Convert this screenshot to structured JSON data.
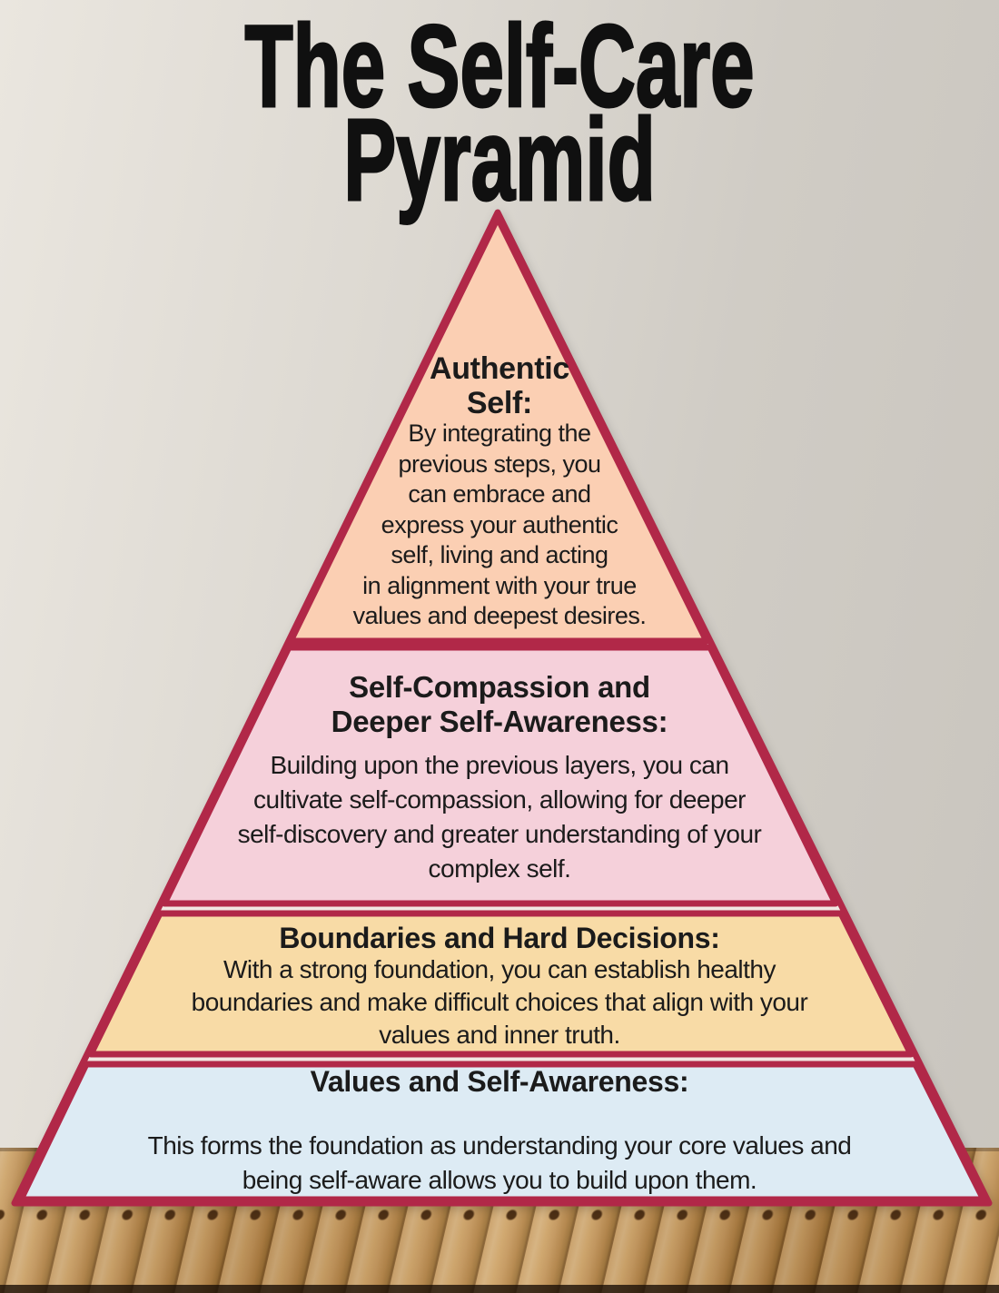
{
  "title": {
    "lines": [
      "The Self-Care",
      "Pyramid"
    ],
    "color": "#101010"
  },
  "colors": {
    "pyramid_outline_red": "#b12848",
    "wall_left": "#eae6df",
    "wall_right": "#c9c5be",
    "floor_wood": "#b98c52",
    "text": "#1b1b1b"
  },
  "pyramid": {
    "layers": [
      {
        "name": "authentic-self",
        "fill": "#fbcfb3",
        "heading_lines": [
          "Authentic",
          "Self:"
        ],
        "body_lines": [
          "By integrating the",
          "previous steps, you",
          "can embrace and",
          "express your authentic",
          "self, living and acting",
          "in alignment with your true",
          "values and deepest desires."
        ]
      },
      {
        "name": "self-compassion-and-deeper-self-awareness",
        "fill": "#f5d0da",
        "heading_lines": [
          "Self-Compassion and",
          "Deeper Self-Awareness:"
        ],
        "body_lines": [
          "Building upon the previous layers, you can",
          "cultivate self-compassion, allowing for deeper",
          "self-discovery and greater understanding of your",
          "complex self."
        ]
      },
      {
        "name": "boundaries-and-hard-decisions",
        "fill": "#f8dba6",
        "heading_lines": [
          "Boundaries and Hard Decisions:"
        ],
        "body_lines": [
          "With a strong foundation, you can establish healthy",
          "boundaries and make difficult choices that align with your",
          "values and inner truth."
        ]
      },
      {
        "name": "values-and-self-awareness",
        "fill": "#ddebf4",
        "heading_lines": [
          "Values and Self-Awareness:"
        ],
        "body_lines": [
          "This forms the foundation as understanding your core values and",
          "being self-aware allows you to build upon them."
        ]
      }
    ]
  }
}
